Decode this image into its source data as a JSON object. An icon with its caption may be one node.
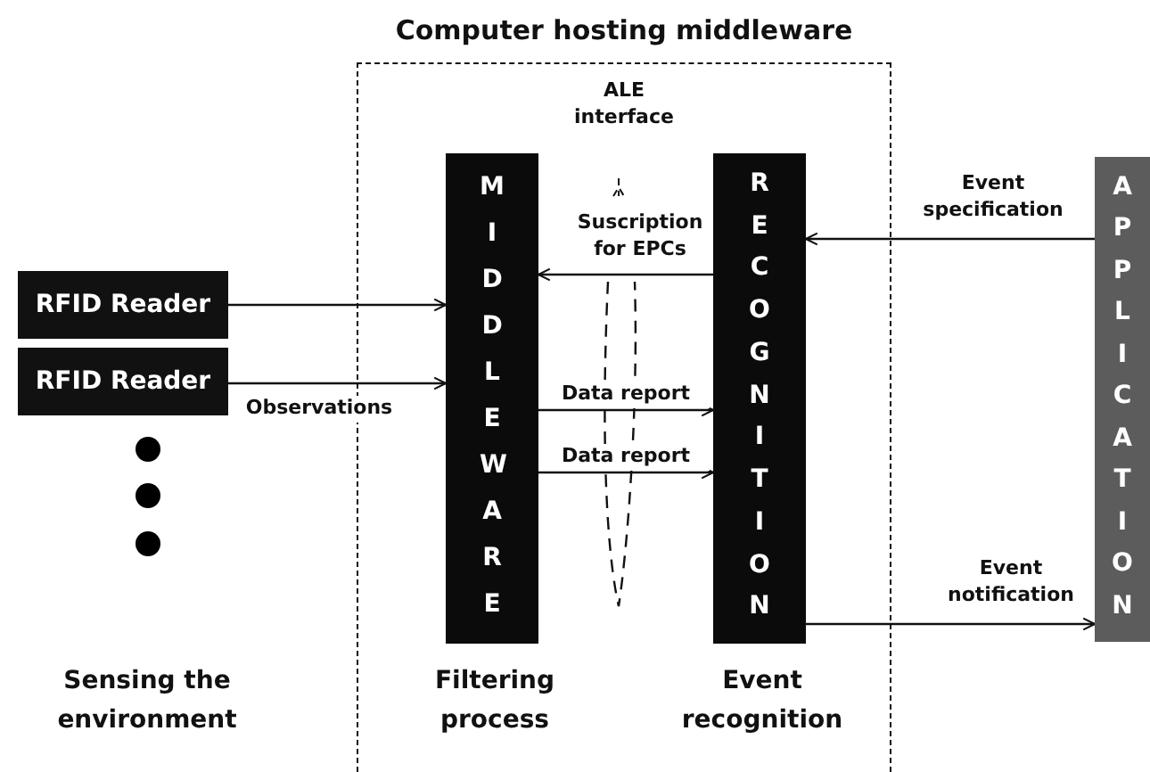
{
  "diagram": {
    "nodes": [
      {
        "text": [
          "Computer hosting middleware"
        ]
      },
      {
        "text": [
          "RFID Reader"
        ]
      },
      {
        "text": [
          "RFID Reader"
        ]
      },
      {
        "text": [
          "MIDDLEWARE"
        ],
        "in": 0
      },
      {
        "text": [
          "RECOGNITION"
        ],
        "in": 0
      },
      {
        "text": [
          "APPLICATION"
        ]
      }
    ],
    "edges": [
      {
        "from": 1,
        "to": 3,
        "arrow": "to"
      },
      {
        "from": 2,
        "to": 3,
        "arrow": "to",
        "label": "Observations"
      },
      {
        "from": 4,
        "to": 3,
        "arrow": "to",
        "label": "Suscription for EPCs"
      },
      {
        "from": 3,
        "to": 4,
        "arrow": "to",
        "label": "Data report"
      },
      {
        "from": 3,
        "to": 4,
        "arrow": "to",
        "label": "Data report"
      },
      {
        "from": 5,
        "to": 4,
        "arrow": "to",
        "label": "Event specification"
      },
      {
        "from": 4,
        "to": 5,
        "arrow": "to",
        "label": "Event notification"
      }
    ],
    "labels": [
      "ALE interface",
      "Sensing the environment",
      "Filtering process",
      "Event recognition"
    ]
  }
}
